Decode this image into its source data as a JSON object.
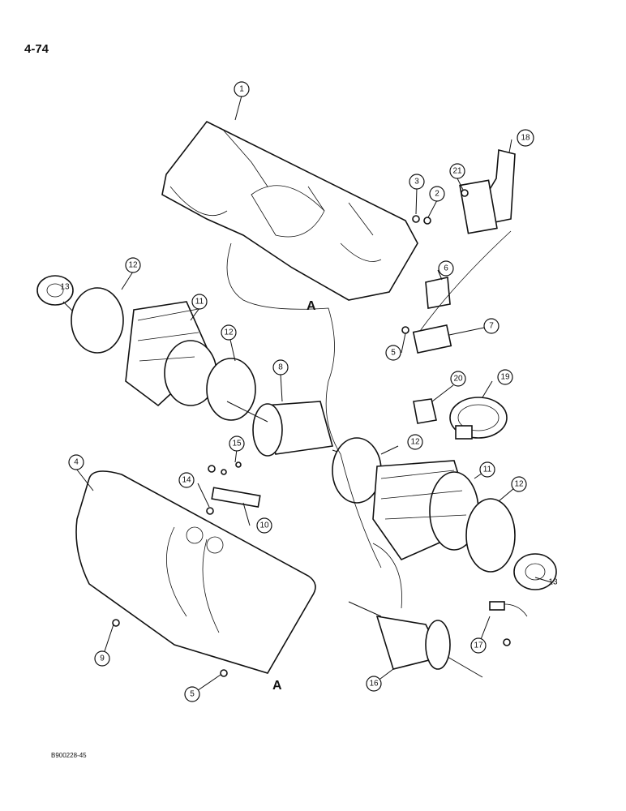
{
  "page": {
    "number": "4-74",
    "figure_code": "B900228-45"
  },
  "callouts": [
    {
      "id": "c1",
      "label": "1"
    },
    {
      "id": "c2",
      "label": "2"
    },
    {
      "id": "c3",
      "label": "3"
    },
    {
      "id": "c4",
      "label": "4"
    },
    {
      "id": "c5a",
      "label": "5"
    },
    {
      "id": "c5b",
      "label": "5"
    },
    {
      "id": "c6",
      "label": "6"
    },
    {
      "id": "c7",
      "label": "7"
    },
    {
      "id": "c8",
      "label": "8"
    },
    {
      "id": "c9",
      "label": "9"
    },
    {
      "id": "c10",
      "label": "10"
    },
    {
      "id": "c11a",
      "label": "11"
    },
    {
      "id": "c11b",
      "label": "11"
    },
    {
      "id": "c12a",
      "label": "12"
    },
    {
      "id": "c12b",
      "label": "12"
    },
    {
      "id": "c12c",
      "label": "12"
    },
    {
      "id": "c12d",
      "label": "12"
    },
    {
      "id": "c13a",
      "label": "13"
    },
    {
      "id": "c13b",
      "label": "13"
    },
    {
      "id": "c14",
      "label": "14"
    },
    {
      "id": "c15",
      "label": "15"
    },
    {
      "id": "c16",
      "label": "16"
    },
    {
      "id": "c17",
      "label": "17"
    },
    {
      "id": "c18",
      "label": "18"
    },
    {
      "id": "c19",
      "label": "19"
    },
    {
      "id": "c20",
      "label": "20"
    },
    {
      "id": "c21",
      "label": "21"
    }
  ],
  "connection_markers": {
    "top": "A",
    "bottom": "A"
  }
}
